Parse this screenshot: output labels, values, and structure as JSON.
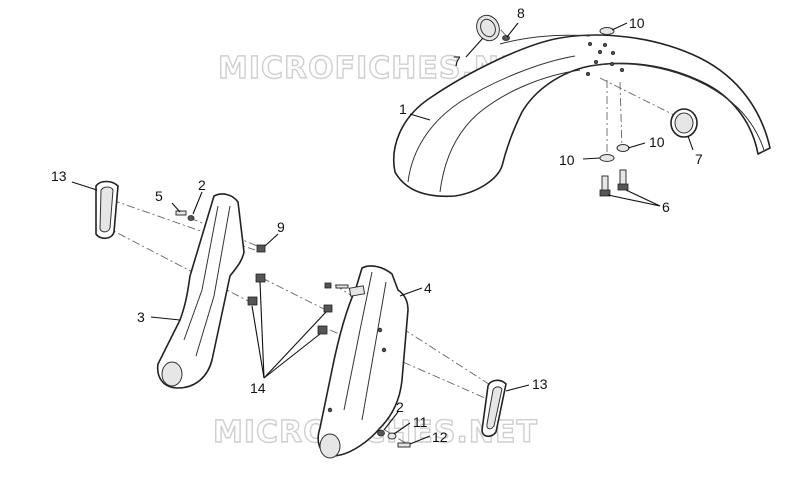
{
  "watermark": "MICROFICHES.NET",
  "callouts": [
    {
      "id": "c1",
      "text": "1"
    },
    {
      "id": "c2a",
      "text": "2"
    },
    {
      "id": "c2b",
      "text": "2"
    },
    {
      "id": "c3",
      "text": "3"
    },
    {
      "id": "c4",
      "text": "4"
    },
    {
      "id": "c5",
      "text": "5"
    },
    {
      "id": "c6",
      "text": "6"
    },
    {
      "id": "c7a",
      "text": "7"
    },
    {
      "id": "c7b",
      "text": "7"
    },
    {
      "id": "c8",
      "text": "8"
    },
    {
      "id": "c9",
      "text": "9"
    },
    {
      "id": "c10a",
      "text": "10"
    },
    {
      "id": "c10b",
      "text": "10"
    },
    {
      "id": "c10c",
      "text": "10"
    },
    {
      "id": "c11",
      "text": "11"
    },
    {
      "id": "c12",
      "text": "12"
    },
    {
      "id": "c13a",
      "text": "13"
    },
    {
      "id": "c13b",
      "text": "13"
    },
    {
      "id": "c14",
      "text": "14"
    }
  ]
}
